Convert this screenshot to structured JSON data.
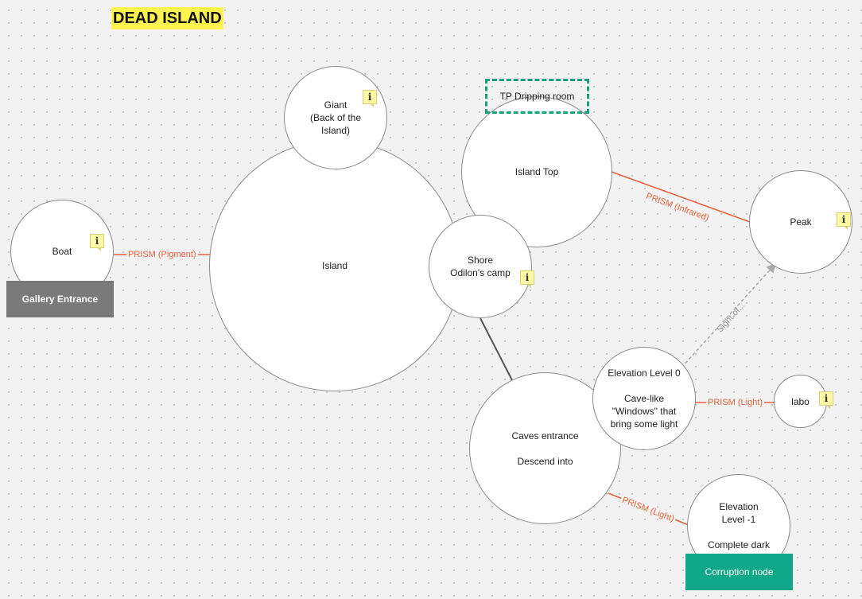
{
  "title": "DEAD ISLAND",
  "nodes": {
    "boat": "Boat",
    "giant": "Giant\n(Back of the\nIsland)",
    "island": "Island",
    "island_top": "Island Top",
    "shore_line1": "Shore",
    "shore_line2": "Odilon's camp",
    "peak": "Peak",
    "caves_line1": "Caves entrance",
    "caves_line2": "Descend into",
    "elev0_line1": "Elevation Level 0",
    "elev0_line2": "Cave-like\n\"Windows\" that\nbring some light",
    "labo": "labo",
    "elev_m1_line1": "Elevation\nLevel -1",
    "elev_m1_line2": "Complete dark"
  },
  "boxes": {
    "gallery_entrance": "Gallery Entrance",
    "corruption_node": "Corruption node",
    "tp_dripping_room": "TP Dripping room"
  },
  "edge_labels": {
    "pigment": "PRISM (Pigment)",
    "infrared": "PRISM (Infrared)",
    "light_labo": "PRISM (Light)",
    "light_level": "PRISM (Light)",
    "sight": "Sight of..."
  },
  "info_icon": "i",
  "colors": {
    "prism_line": "#e8603c",
    "title_highlight": "#fff34f",
    "corruption_node": "#11a88a",
    "gallery_entrance": "#7a7a7a",
    "tp_border": "#1a9e7e",
    "info_note": "#fff9a6"
  },
  "icons": [
    "info-note-icon",
    "arrow-head-icon"
  ]
}
